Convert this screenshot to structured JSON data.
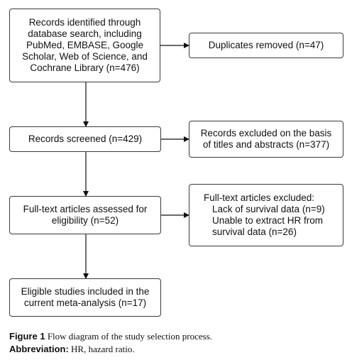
{
  "flow": {
    "identified": {
      "lines": [
        "Records identified through",
        "database search, including",
        "PubMed, EMBASE, Google",
        "Scholar, Web of Science, and",
        "Cochrane Library (n=476)"
      ]
    },
    "duplicates": {
      "lines": [
        "Duplicates removed (n=47)"
      ]
    },
    "screened": {
      "lines": [
        "Records screened (n=429)"
      ]
    },
    "excluded_titles": {
      "lines": [
        "Records excluded on the basis",
        "of titles and abstracts (n=377)"
      ]
    },
    "fulltext": {
      "lines": [
        "Full-text articles assessed for",
        "eligibility (n=52)"
      ]
    },
    "fulltext_excluded": {
      "heading": "Full-text articles excluded:",
      "reasons": [
        "Lack of survival data (n=9)",
        "Unable to extract HR from",
        "survival data (n=26)"
      ]
    },
    "included": {
      "lines": [
        "Eligible studies included in the",
        "current meta-analysis (n=17)"
      ]
    }
  },
  "caption": {
    "figure_label": "Figure 1",
    "figure_text": "Flow diagram of the study selection process.",
    "abbrev_label": "Abbreviation:",
    "abbrev_text": "HR, hazard ratio."
  },
  "colors": {
    "border": "#3a3a3a",
    "arrow": "#111111",
    "text": "#111111"
  }
}
